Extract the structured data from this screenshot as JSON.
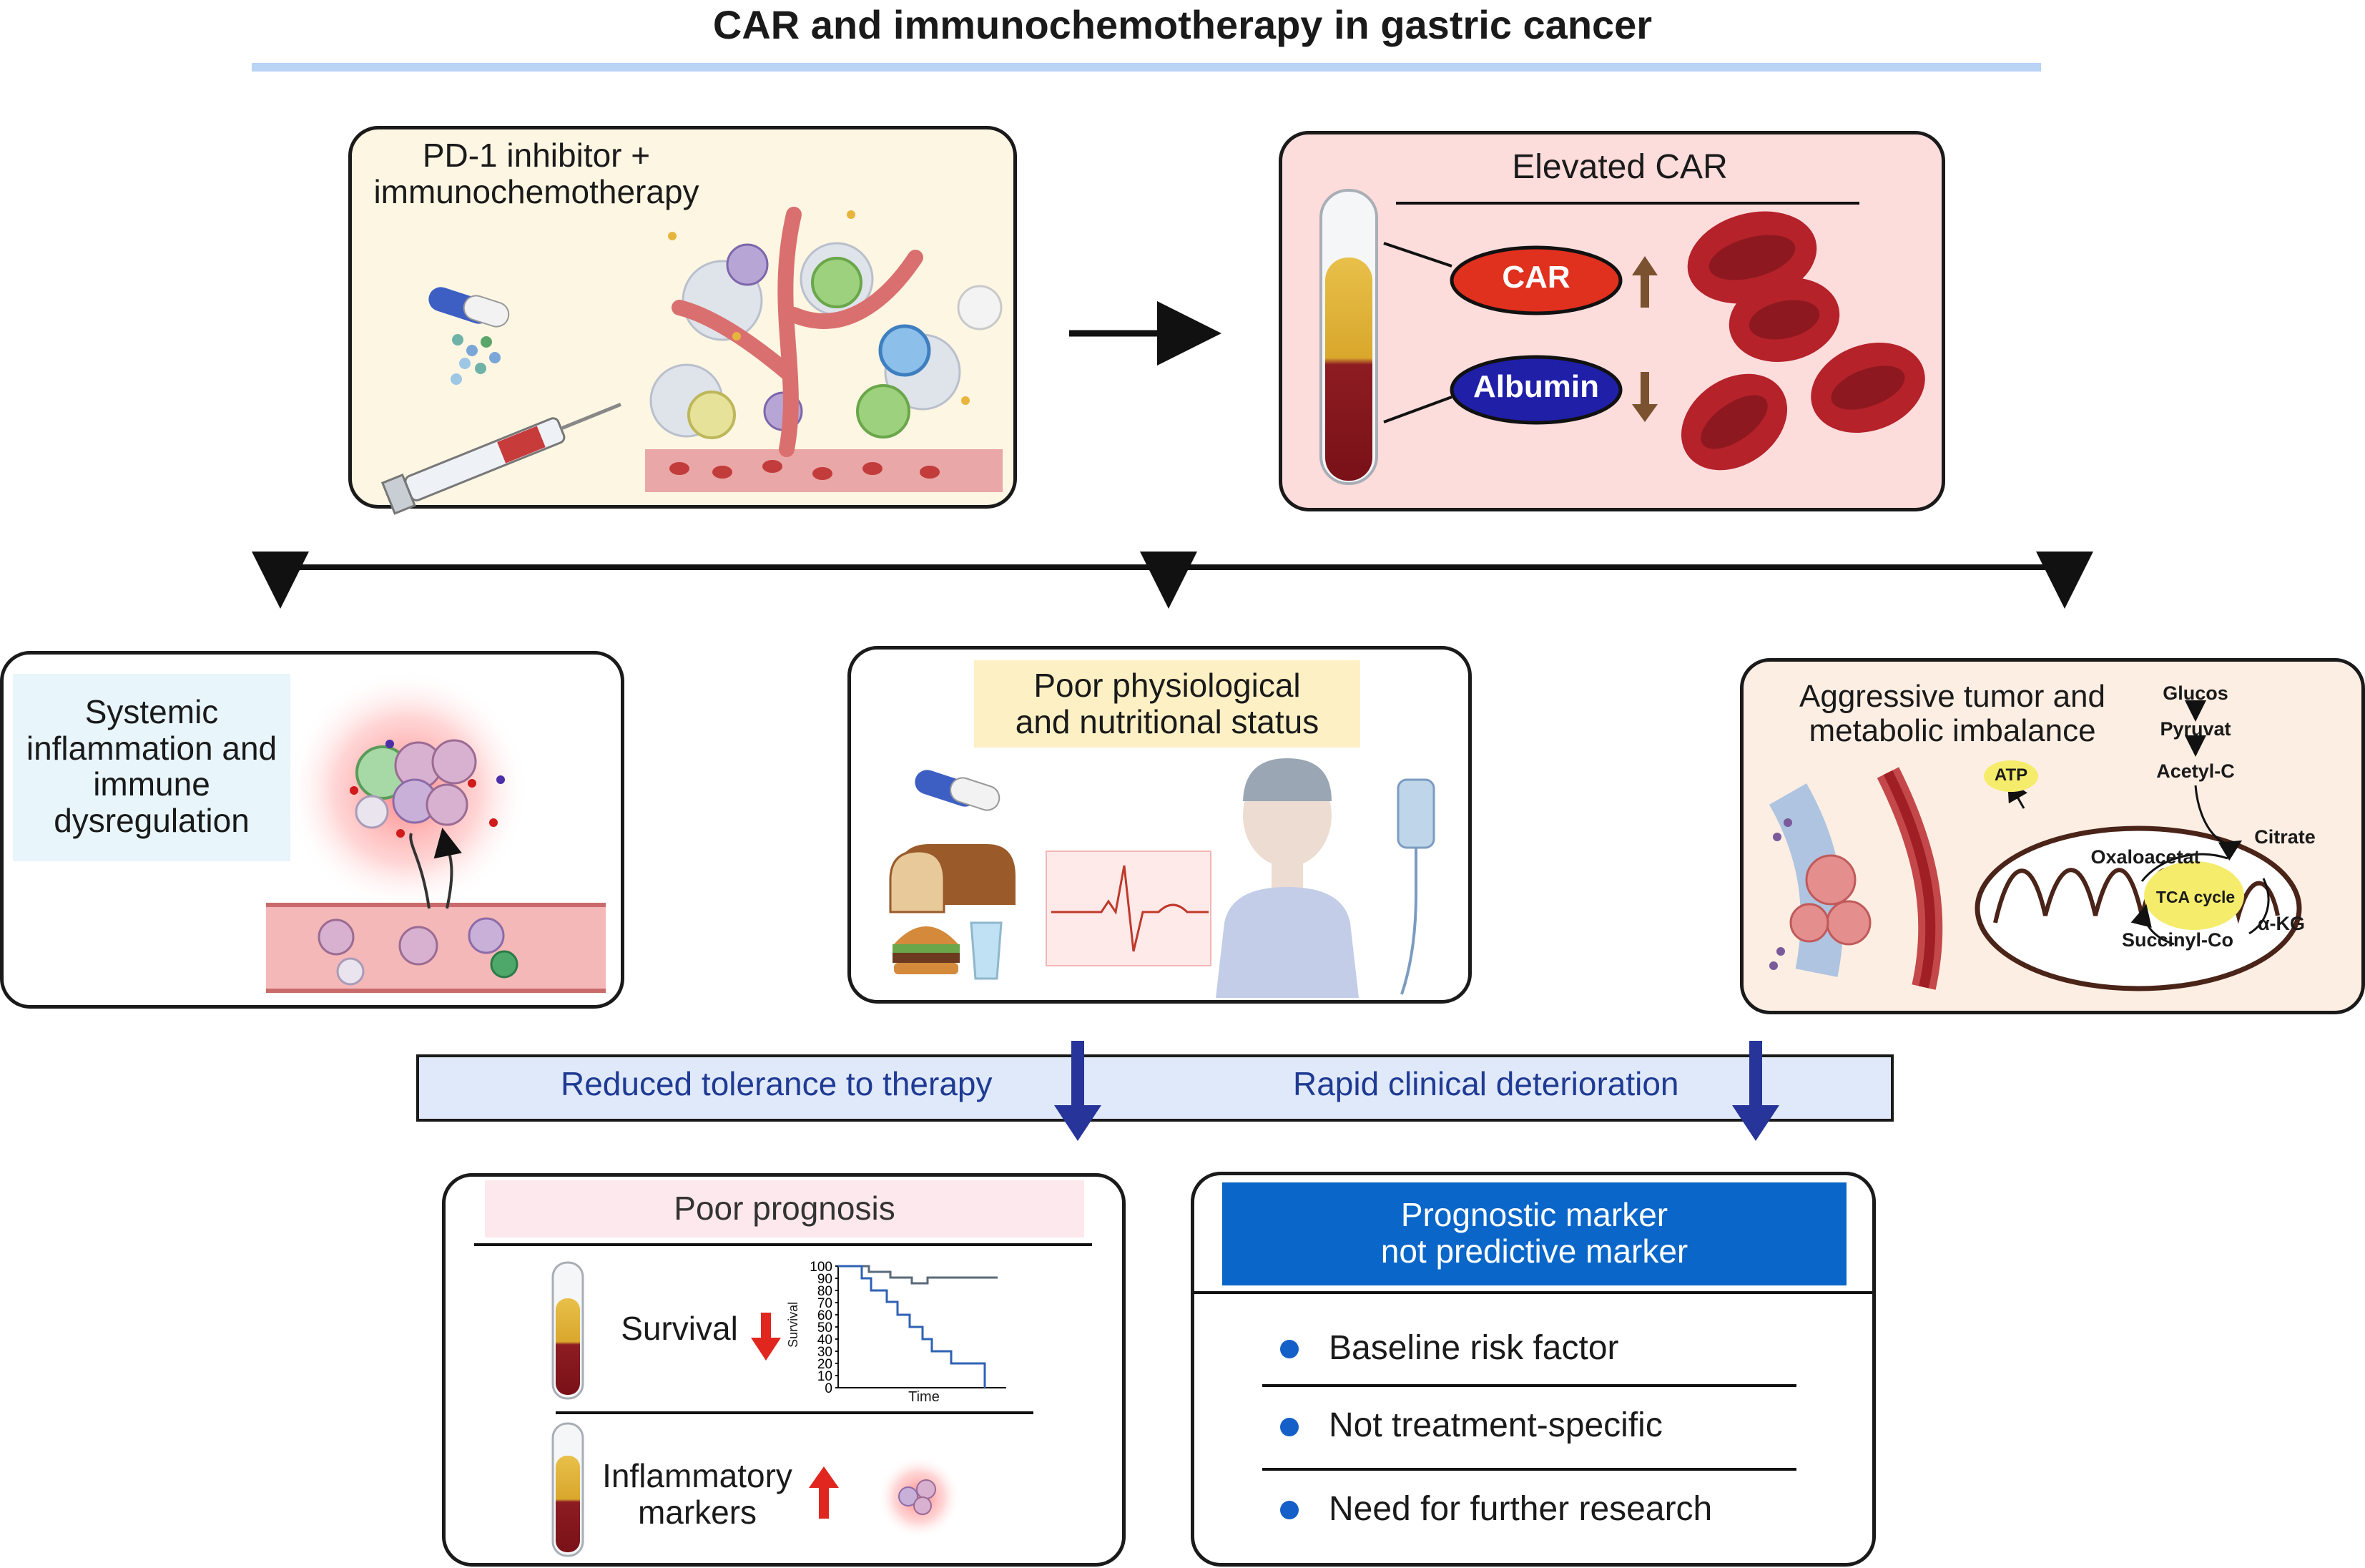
{
  "title": "CAR and immunochemotherapy in gastric cancer",
  "top_left": {
    "label": "PD-1 inhibitor +\nimmunochemotherapy",
    "fill": "#fdf6e3"
  },
  "top_right": {
    "label": "Elevated CAR",
    "car": "CAR",
    "albumin": "Albumin",
    "fill": "#fddcdc",
    "car_color": "#e0301e",
    "albumin_color": "#1f1fa8",
    "arrow_color": "#7a5230"
  },
  "mid_left": {
    "label": "Systemic\ninflammation and\nimmune\ndysregulation",
    "label_bg": "#e8f5fb"
  },
  "mid_center": {
    "label": "Poor physiological\nand nutritional status",
    "label_bg": "#fdf0c5"
  },
  "mid_right": {
    "label": "Aggressive tumor and\nmetabolic imbalance",
    "fill": "#fdeee3",
    "pathway": {
      "glucos": "Glucos",
      "pyruvat": "Pyruvat",
      "acetyl": "Acetyl-C",
      "atp": "ATP",
      "citrate": "Citrate",
      "oxaloacetat": "Oxaloacetat",
      "tca": "TCA cycle",
      "akg": "α-KG",
      "succinyl": "Succinyl-Co"
    }
  },
  "consequences": {
    "left": "Reduced tolerance to therapy",
    "right": "Rapid clinical deterioration"
  },
  "bottom_left": {
    "label": "Poor prognosis",
    "label_bg": "#fde8ee",
    "survival": "Survival",
    "inflammatory": "Inflammatory\nmarkers",
    "km_chart": {
      "ylabel": "Survival",
      "xlabel": "Time",
      "yticks": [
        "100",
        "90",
        "80",
        "70",
        "60",
        "50",
        "40",
        "30",
        "20",
        "10",
        "0"
      ]
    }
  },
  "bottom_right": {
    "header": "Prognostic marker\nnot predictive marker",
    "header_bg": "#0a66c8",
    "items": [
      "Baseline risk factor",
      "Not treatment-specific",
      "Need for further research"
    ]
  }
}
